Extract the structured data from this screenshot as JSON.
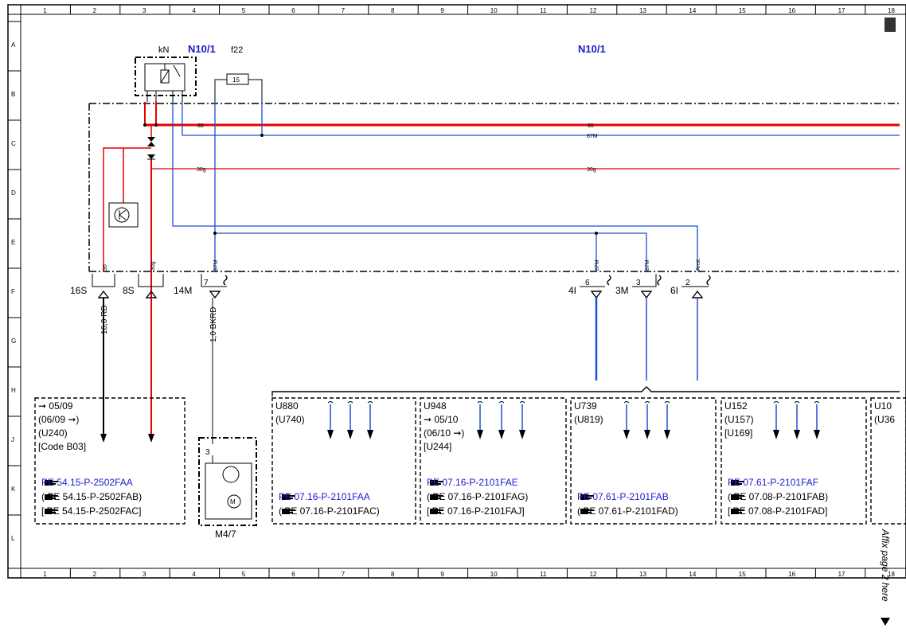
{
  "grid": {
    "columns": [
      "1",
      "2",
      "3",
      "4",
      "5",
      "6",
      "7",
      "8",
      "9",
      "10",
      "11",
      "12",
      "13",
      "14",
      "15",
      "16",
      "17",
      "18"
    ],
    "rows": [
      "A",
      "B",
      "C",
      "D",
      "E",
      "F",
      "G",
      "H",
      "J",
      "K",
      "L"
    ]
  },
  "components": {
    "relay_label": "kN",
    "fuse_label": "f22",
    "fuse_value": "15",
    "module_left": "N10/1",
    "module_right": "N10/1",
    "motor_label": "M4/7",
    "motor_pin": "3"
  },
  "wire_labels": {
    "w30_left": "30",
    "w30_right": "30",
    "w87m": "87M",
    "w30g_left": "30g",
    "w30g_right": "30g"
  },
  "connectors": {
    "c16s": "16S",
    "c8s": "8S",
    "c14m": "14M",
    "c4i": "4I",
    "c3m": "3M",
    "c6i": "6I",
    "pin7": "7",
    "pin6": "6",
    "pin3": "3",
    "pin2": "2",
    "pl_30": "30",
    "pl_30g": "30g",
    "pl_87m_a": "87M",
    "pl_87m_b": "87M",
    "pl_87m_c": "87M",
    "pl_anst": "Anst."
  },
  "wires": {
    "w1": "16,0 RD",
    "w2": "1,0 BKRD"
  },
  "boxes": [
    {
      "lines": [
        "➞ 05/09",
        "(06/09 ➞)",
        "(U240)",
        "[Code B03]"
      ],
      "refs": [
        {
          "text": "PE 54.15-P-2502FAA",
          "color": "#1a1acc"
        },
        {
          "text": "(  PE 54.15-P-2502FAB)",
          "color": "#000000"
        },
        {
          "text": "[  PE 54.15-P-2502FAC]",
          "color": "#000000"
        }
      ]
    },
    {
      "lines": [
        "U880",
        "(U740)"
      ],
      "refs": [
        {
          "text": "PE 07.16-P-2101FAA",
          "color": "#1a1acc"
        },
        {
          "text": "(  PE 07.16-P-2101FAC)",
          "color": "#000000"
        }
      ]
    },
    {
      "lines": [
        "U948",
        "➞ 05/10",
        "(06/10 ➞)",
        "[U244]"
      ],
      "refs": [
        {
          "text": "PE 07.16-P-2101FAE",
          "color": "#1a1acc"
        },
        {
          "text": "(  PE 07.16-P-2101FAG)",
          "color": "#000000"
        },
        {
          "text": "[  PE 07.16-P-2101FAJ]",
          "color": "#000000"
        }
      ]
    },
    {
      "lines": [
        "U739",
        "(U819)"
      ],
      "refs": [
        {
          "text": "PE 07.61-P-2101FAB",
          "color": "#1a1acc"
        },
        {
          "text": "(  PE 07.61-P-2101FAD)",
          "color": "#000000"
        }
      ]
    },
    {
      "lines": [
        "U152",
        "(U157)",
        "[U169]"
      ],
      "refs": [
        {
          "text": "PE 07.61-P-2101FAF",
          "color": "#1a1acc"
        },
        {
          "text": "(  PE 07.08-P-2101FAB)",
          "color": "#000000"
        },
        {
          "text": "[  PE 07.08-P-2101FAD]",
          "color": "#000000"
        }
      ]
    },
    {
      "lines": [
        "U10",
        "(U36"
      ],
      "refs": []
    }
  ],
  "side_note": "Affix page 2 here",
  "colors": {
    "red": "#e60000",
    "blue": "#1a4fd6",
    "label_blue": "#1a1acc",
    "black": "#000000"
  }
}
